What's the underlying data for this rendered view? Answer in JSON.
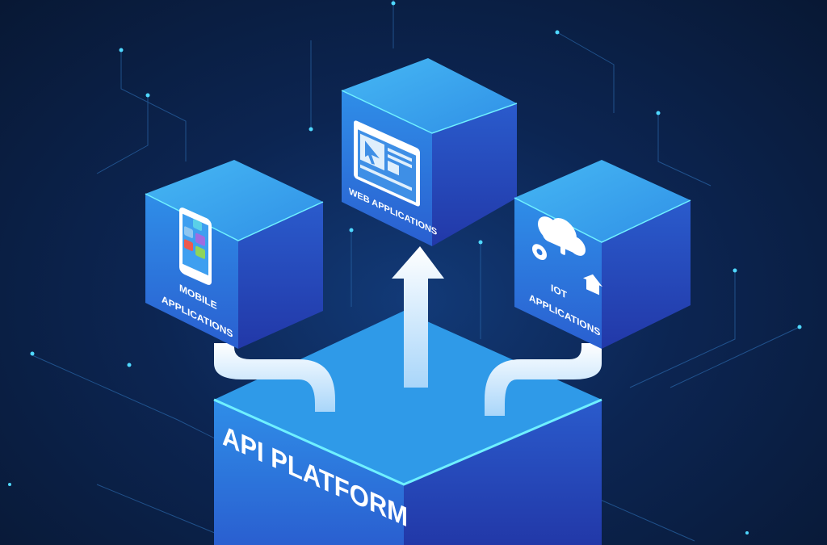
{
  "platform": {
    "label": "API PLATFORM"
  },
  "blocks": [
    {
      "id": "mobile",
      "lines": [
        "MOBILE",
        "APPLICATIONS"
      ],
      "icon": "smartphone-icon"
    },
    {
      "id": "web",
      "lines": [
        "WEB APPLICATIONS"
      ],
      "icon": "browser-window-icon"
    },
    {
      "id": "iot",
      "lines": [
        "IOT",
        "APPLICATIONS"
      ],
      "icon": "cloud-iot-icon"
    }
  ],
  "colors": {
    "background": "#0c2552",
    "cube_top": "#3aa8ee",
    "cube_left": "#2a78de",
    "cube_right": "#2446b8",
    "glow": "#4fd8ff"
  }
}
